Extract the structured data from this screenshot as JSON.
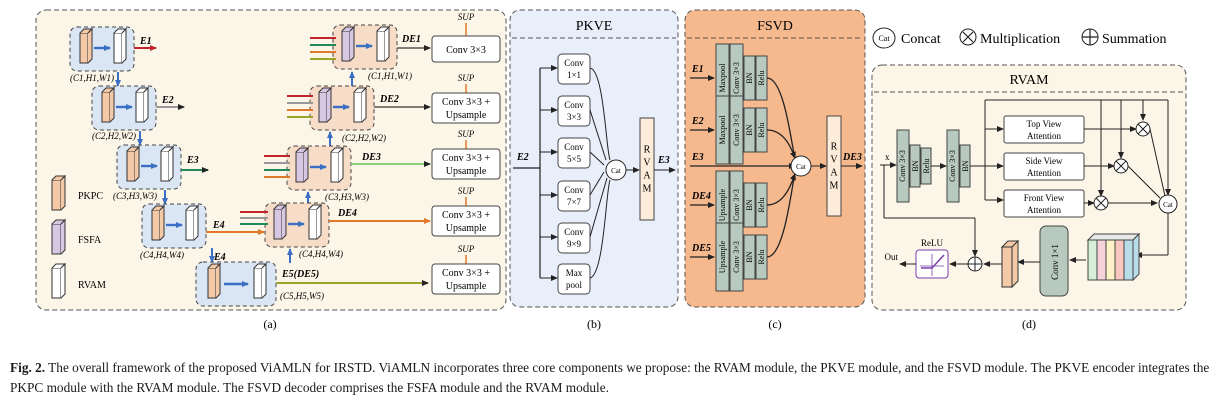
{
  "legend_top": {
    "cat": "Cat",
    "concat": "Concat",
    "multiplication": "Multiplication",
    "summation": "Summation"
  },
  "panel_a": {
    "label": "(a)",
    "e_labels": [
      "E1",
      "E2",
      "E3",
      "E4",
      "E5(DE5)"
    ],
    "dims": [
      "(C1,H1,W1)",
      "(C2,H2,W2)",
      "(C3,H3,W3)",
      "(C4,H4,W4)",
      "(C5,H5,W5)"
    ],
    "de_labels": [
      "DE1",
      "DE2",
      "DE3",
      "DE4"
    ],
    "dec_dims": [
      "(C1,H1,W1)",
      "(C2,H2,W2)",
      "(C3,H3,W3)",
      "(C4,H4,W4)"
    ],
    "sup": "SUP",
    "heads": [
      "Conv 3×3",
      "Conv 3×3 +",
      "Upsample"
    ],
    "legend": [
      "PKPC",
      "FSFA",
      "RVAM"
    ]
  },
  "panel_b": {
    "title": "PKVE",
    "label": "(b)",
    "input": "E2",
    "output": "E3",
    "convs": [
      [
        "Conv",
        "1×1"
      ],
      [
        "Conv",
        "3×3"
      ],
      [
        "Conv",
        "5×5"
      ],
      [
        "Conv",
        "7×7"
      ],
      [
        "Conv",
        "9×9"
      ],
      [
        "Max",
        "pool"
      ]
    ],
    "cat": "Cat",
    "rvam": "RVAM"
  },
  "panel_c": {
    "title": "FSVD",
    "label": "(c)",
    "inputs": [
      "E1",
      "E2",
      "E3",
      "DE4",
      "DE5"
    ],
    "output": "DE3",
    "maxpool": "Maxpool",
    "upsample": "Upsample",
    "conv": "Conv 3×3",
    "bn": "BN",
    "relu": "Relu",
    "cat": "Cat",
    "rvam": "RVAM"
  },
  "panel_d": {
    "title": "RVAM",
    "label": "(d)",
    "x": "x",
    "conv": "Conv 3×3",
    "bn": "BN",
    "relu": "Relu",
    "views": [
      [
        "Top View",
        "Attention"
      ],
      [
        "Side View",
        "Attention"
      ],
      [
        "Front View",
        "Attention"
      ]
    ],
    "cat": "Cat",
    "conv1": "Conv 1×1",
    "relu_box": "ReLU",
    "out": "Out"
  },
  "caption": {
    "fig": "Fig. 2.",
    "text": " The overall framework of the proposed ViAMLN for IRSTD. ViAMLN incorporates three core components we propose: the RVAM module, the PKVE module, and the FSVD module. The PKVE encoder integrates the PKPC module with the RVAM module. The FSVD decoder comprises the FSFA module and the RVAM module."
  }
}
